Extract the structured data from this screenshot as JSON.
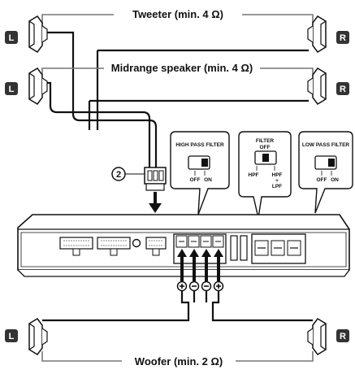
{
  "labels": {
    "tweeter": "Tweeter (min. 4 Ω)",
    "midrange": "Midrange speaker (min. 4 Ω)",
    "woofer": "Woofer (min. 2 Ω)",
    "callout": "2"
  },
  "channels": {
    "left": "L",
    "right": "R"
  },
  "switches": {
    "hpf": {
      "title": "HIGH PASS FILTER",
      "off": "OFF",
      "on": "ON"
    },
    "filter": {
      "title_line1": "FILTER",
      "title_line2": "OFF",
      "hpf": "HPF",
      "hpf_lpf_line1": "HPF",
      "hpf_lpf_line2": "LPF",
      "amp": "+"
    },
    "lpf": {
      "title": "LOW PASS FILTER",
      "off": "OFF",
      "on": "ON"
    }
  },
  "colors": {
    "ink": "#111111",
    "badge": "#333333",
    "gray_wire": "#777777",
    "white": "#ffffff"
  },
  "icons": {
    "plus": "plus-terminal-icon",
    "minus": "minus-terminal-icon"
  }
}
